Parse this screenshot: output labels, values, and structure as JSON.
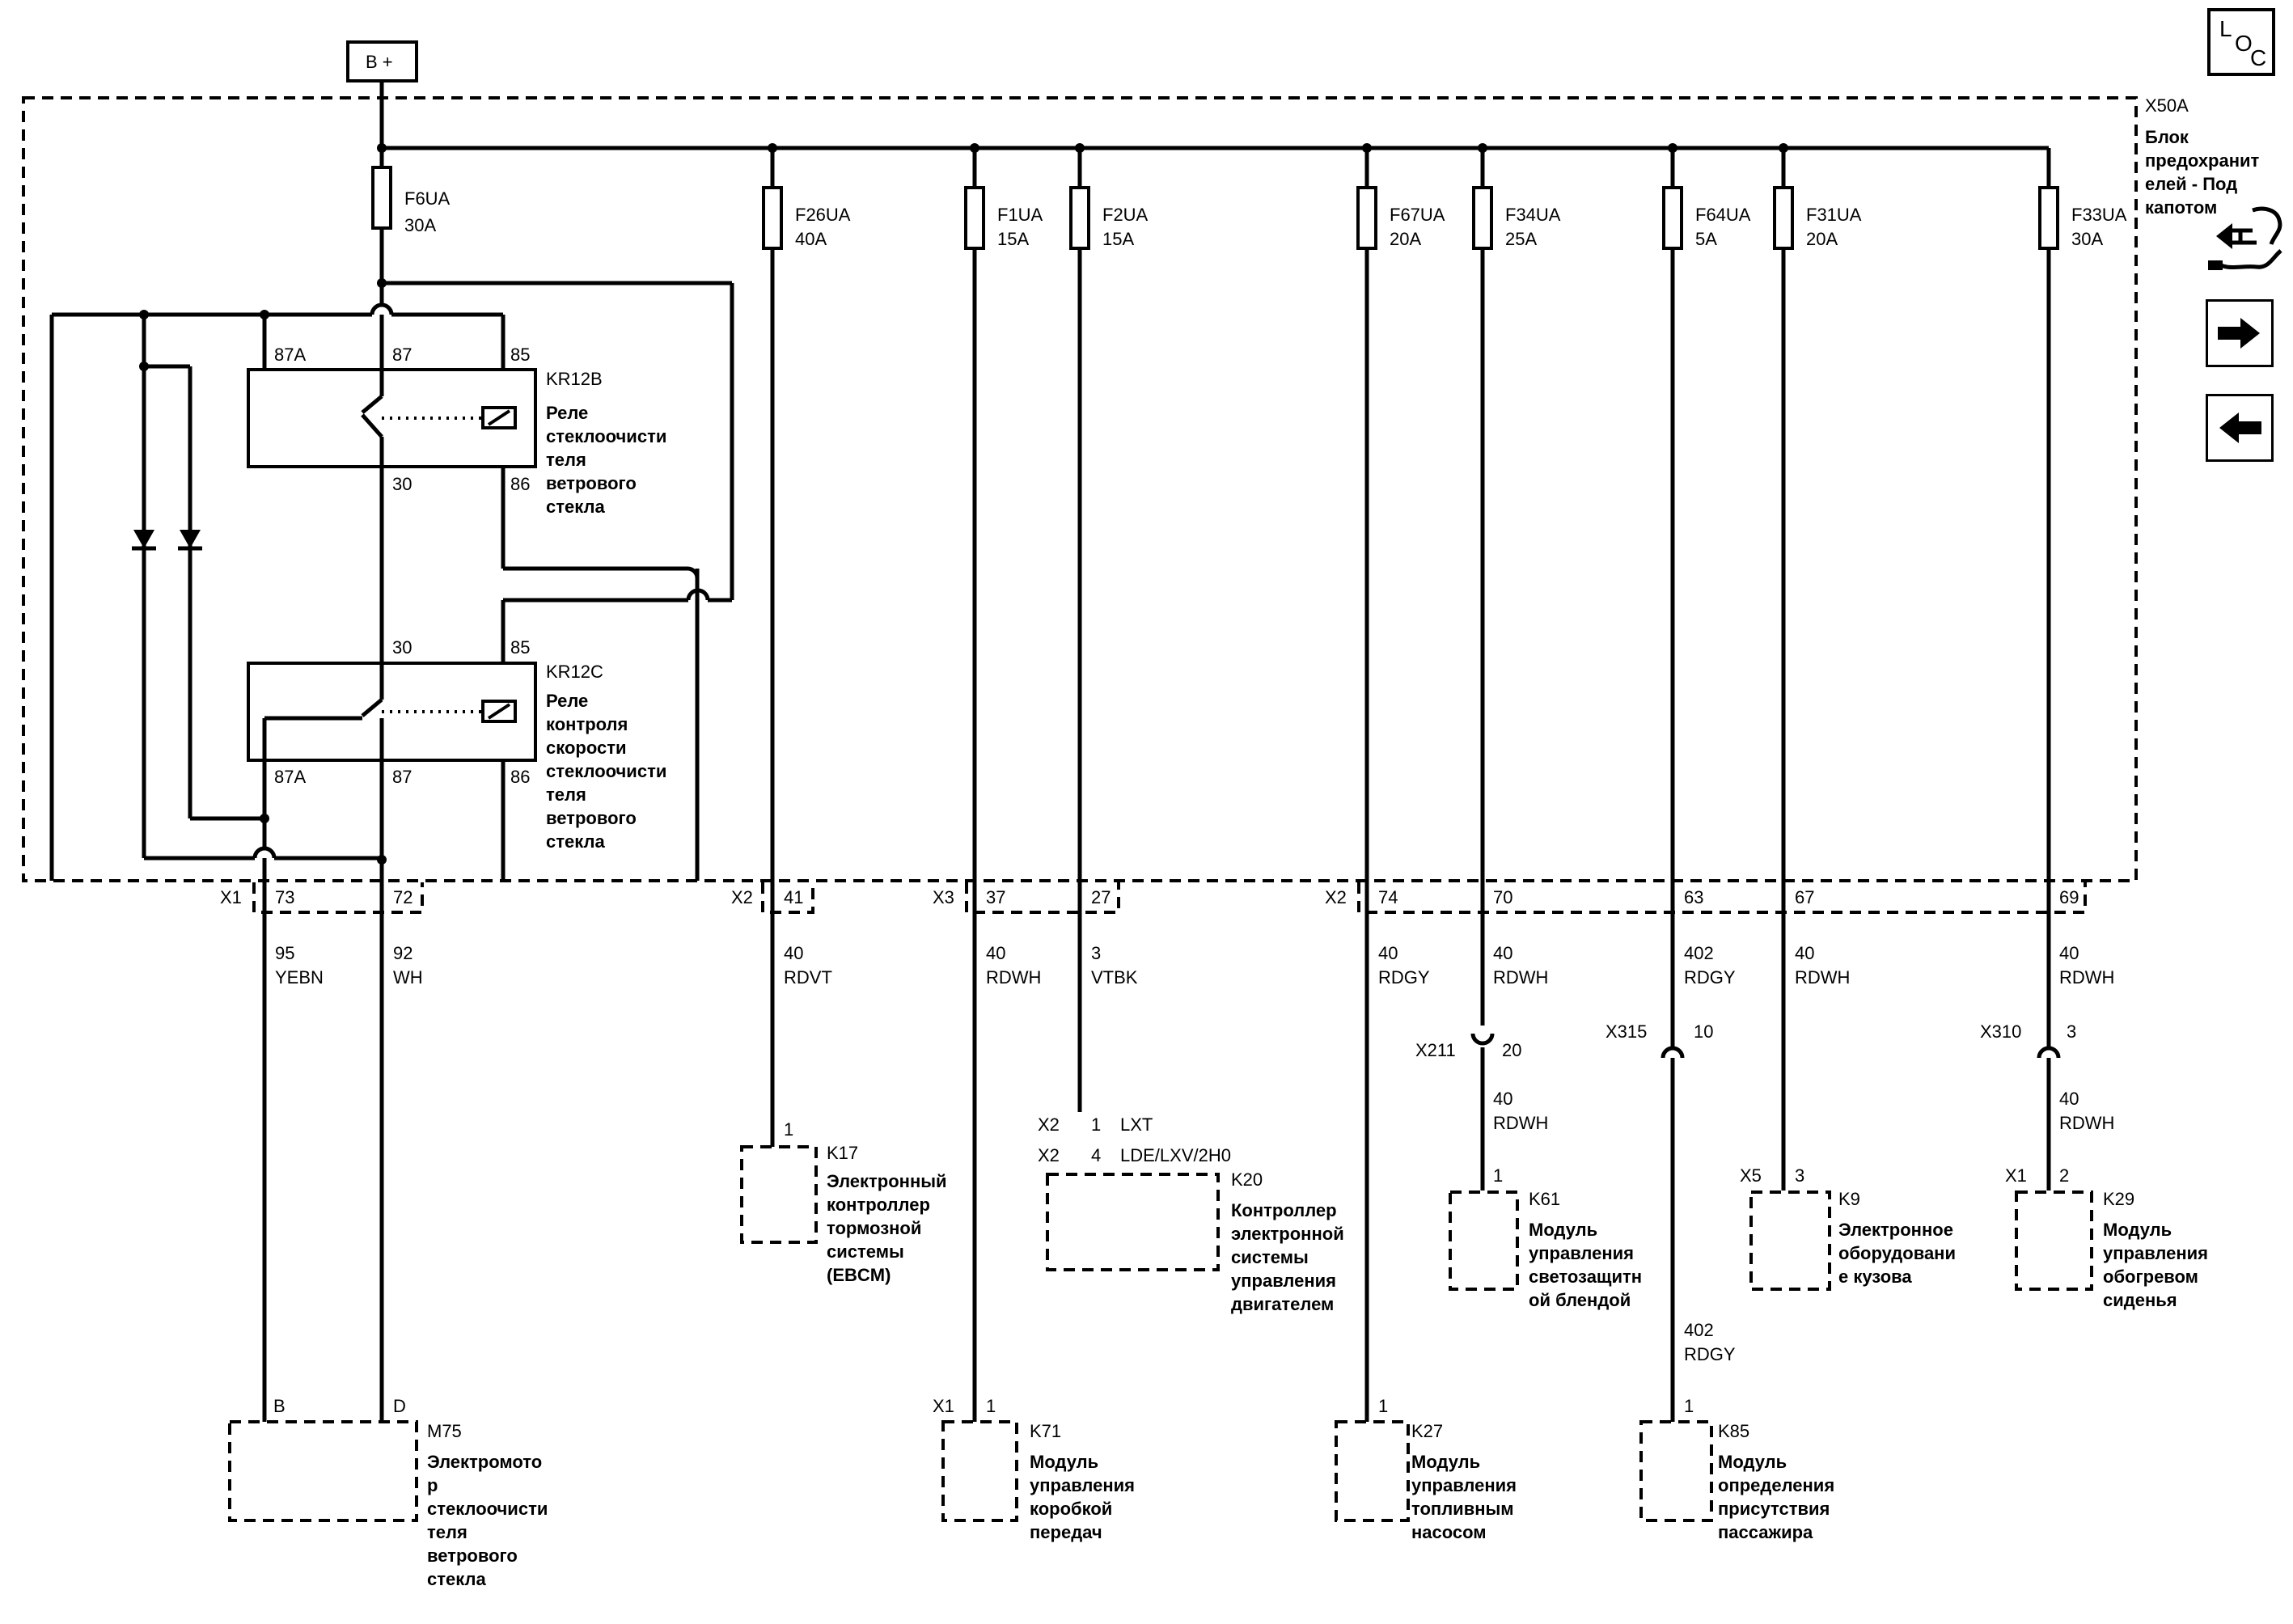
{
  "power": "B +",
  "fuse_block": {
    "id": "X50A",
    "line1": "Блок",
    "line2": "предохранит",
    "line3": "елей - Под",
    "line4": "капотом"
  },
  "fuses": [
    {
      "id": "F6UA",
      "amp": "30A"
    },
    {
      "id": "F26UA",
      "amp": "40A"
    },
    {
      "id": "F1UA",
      "amp": "15A"
    },
    {
      "id": "F2UA",
      "amp": "15A"
    },
    {
      "id": "F67UA",
      "amp": "20A"
    },
    {
      "id": "F34UA",
      "amp": "25A"
    },
    {
      "id": "F64UA",
      "amp": "5A"
    },
    {
      "id": "F31UA",
      "amp": "20A"
    },
    {
      "id": "F33UA",
      "amp": "30A"
    }
  ],
  "relays": {
    "kr12b": {
      "id": "KR12B",
      "l1": "Реле",
      "l2": "стеклоочисти",
      "l3": "теля",
      "l4": "ветрового",
      "l5": "стекла",
      "p87a": "87A",
      "p87": "87",
      "p85": "85",
      "p30": "30",
      "p86": "86"
    },
    "kr12c": {
      "id": "KR12C",
      "l1": "Реле",
      "l2": "контроля",
      "l3": "скорости",
      "l4": "стеклоочисти",
      "l5": "теля",
      "l6": "ветрового",
      "l7": "стекла",
      "p30": "30",
      "p85": "85",
      "p87a": "87A",
      "p87": "87",
      "p86": "86"
    }
  },
  "connectors": {
    "x1": "X1",
    "x2": "X2",
    "x3": "X3",
    "x2b": "X2",
    "x211": "X211",
    "x315": "X315",
    "x310": "X310",
    "x5": "X5",
    "x1k29": "X1",
    "x2k20a": "X2",
    "x2k20b": "X2",
    "x1k71": "X1"
  },
  "pins": {
    "p73": "73",
    "p72": "72",
    "p41": "41",
    "p37": "37",
    "p27": "27",
    "p74": "74",
    "p70": "70",
    "p63": "63",
    "p67": "67",
    "p69": "69",
    "x211p": "20",
    "x315p": "10",
    "x310p": "3"
  },
  "wires": {
    "w73": {
      "circuit": "95",
      "color": "YEBN"
    },
    "w72": {
      "circuit": "92",
      "color": "WH"
    },
    "w41": {
      "circuit": "40",
      "color": "RDVT"
    },
    "w37": {
      "circuit": "40",
      "color": "RDWH"
    },
    "w27": {
      "circuit": "3",
      "color": "VTBK"
    },
    "w74": {
      "circuit": "40",
      "color": "RDGY"
    },
    "w70": {
      "circuit": "40",
      "color": "RDWH"
    },
    "w70b": {
      "circuit": "40",
      "color": "RDWH"
    },
    "w63": {
      "circuit": "402",
      "color": "RDGY"
    },
    "w63b": {
      "circuit": "402",
      "color": "RDGY"
    },
    "w67": {
      "circuit": "40",
      "color": "RDWH"
    },
    "w69": {
      "circuit": "40",
      "color": "RDWH"
    },
    "w69b": {
      "circuit": "40",
      "color": "RDWH"
    }
  },
  "components": {
    "k17": {
      "id": "K17",
      "pin": "1",
      "l1": "Электронный",
      "l2": "контроллер",
      "l3": "тормозной",
      "l4": "системы",
      "l5": "(EBCM)"
    },
    "k20": {
      "id": "K20",
      "pin1": "1",
      "pin1_note": "LXT",
      "pin2": "4",
      "pin2_note": "LDE/LXV/2H0",
      "l1": "Контроллер",
      "l2": "электронной",
      "l3": "системы",
      "l4": "управления",
      "l5": "двигателем"
    },
    "k61": {
      "id": "K61",
      "pin": "1",
      "l1": "Модуль",
      "l2": "управления",
      "l3": "светозащитн",
      "l4": "ой блендой"
    },
    "k9": {
      "id": "K9",
      "pin": "3",
      "l1": "Электронное",
      "l2": "оборудовани",
      "l3": "е кузова"
    },
    "k29": {
      "id": "K29",
      "pin": "2",
      "l1": "Модуль",
      "l2": "управления",
      "l3": "обогревом",
      "l4": "сиденья"
    },
    "m75": {
      "id": "M75",
      "pinB": "B",
      "pinD": "D",
      "l1": "Электромото",
      "l2": "р",
      "l3": "стеклоочисти",
      "l4": "теля",
      "l5": "ветрового",
      "l6": "стекла"
    },
    "k71": {
      "id": "K71",
      "pin": "1",
      "l1": "Модуль",
      "l2": "управления",
      "l3": "коробкой",
      "l4": "передач"
    },
    "k27": {
      "id": "K27",
      "pin": "1",
      "l1": "Модуль",
      "l2": "управления",
      "l3": "топливным",
      "l4": "насосом"
    },
    "k85": {
      "id": "K85",
      "pin": "1",
      "l1": "Модуль",
      "l2": "определения",
      "l3": "присутствия",
      "l4": "пассажира"
    }
  },
  "loc_badge": {
    "l": "L",
    "o": "O",
    "c": "C"
  },
  "icons": [
    "wiring-harness-icon",
    "arrow-right-icon",
    "arrow-left-icon"
  ]
}
